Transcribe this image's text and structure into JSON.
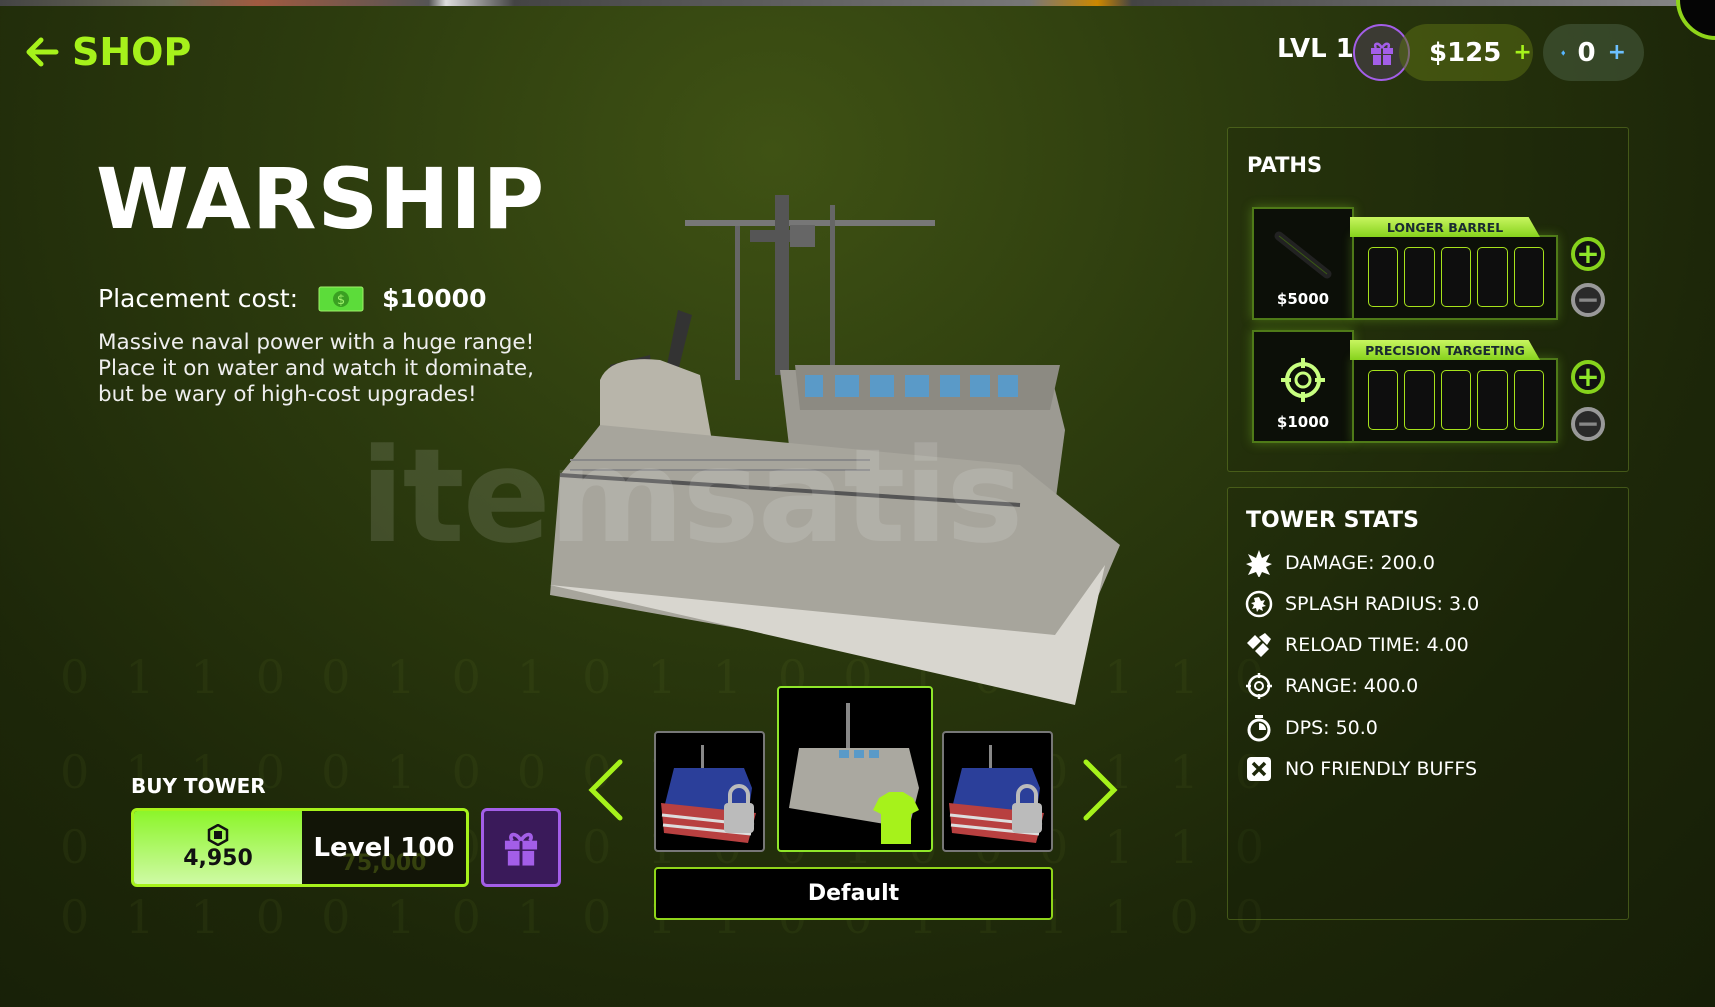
{
  "header": {
    "back_label": "SHOP",
    "level": "LVL 1",
    "coins": "$125",
    "coins_plus": "+",
    "gems": "0",
    "gems_plus": "+"
  },
  "tower": {
    "name": "WARSHIP",
    "placement_label": "Placement cost:",
    "placement_cost": "$10000",
    "description": [
      "Massive naval power with a huge range!",
      "Place it on water and watch it dominate,",
      "but be wary of high-cost upgrades!"
    ]
  },
  "buy": {
    "label": "BUY TOWER",
    "robux_price": "4,950",
    "level_req": "Level 100",
    "coin_price": "75,000"
  },
  "skins": {
    "selected_name": "Default",
    "items": [
      {
        "state": "locked"
      },
      {
        "state": "selected"
      },
      {
        "state": "locked"
      }
    ]
  },
  "paths": {
    "title": "PATHS",
    "items": [
      {
        "name": "LONGER BARREL",
        "cost": "$5000",
        "icon": "barrel-icon",
        "level": 0,
        "max": 5
      },
      {
        "name": "PRECISION TARGETING",
        "cost": "$1000",
        "icon": "crosshair-icon",
        "level": 0,
        "max": 5
      }
    ]
  },
  "stats": {
    "title": "TOWER STATS",
    "items": [
      {
        "icon": "explosion-icon",
        "text": "DAMAGE: 200.0"
      },
      {
        "icon": "splash-icon",
        "text": "SPLASH RADIUS: 3.0"
      },
      {
        "icon": "ammo-icon",
        "text": "RELOAD TIME: 4.00"
      },
      {
        "icon": "range-icon",
        "text": "RANGE: 400.0"
      },
      {
        "icon": "stopwatch-icon",
        "text": "DPS: 50.0"
      },
      {
        "icon": "x-box-icon",
        "text": "NO FRIENDLY BUFFS"
      }
    ]
  },
  "watermark": "itemsatis",
  "colors": {
    "accent": "#a6f21b",
    "purple": "#a35ee8",
    "gem": "#4ab0ff"
  }
}
